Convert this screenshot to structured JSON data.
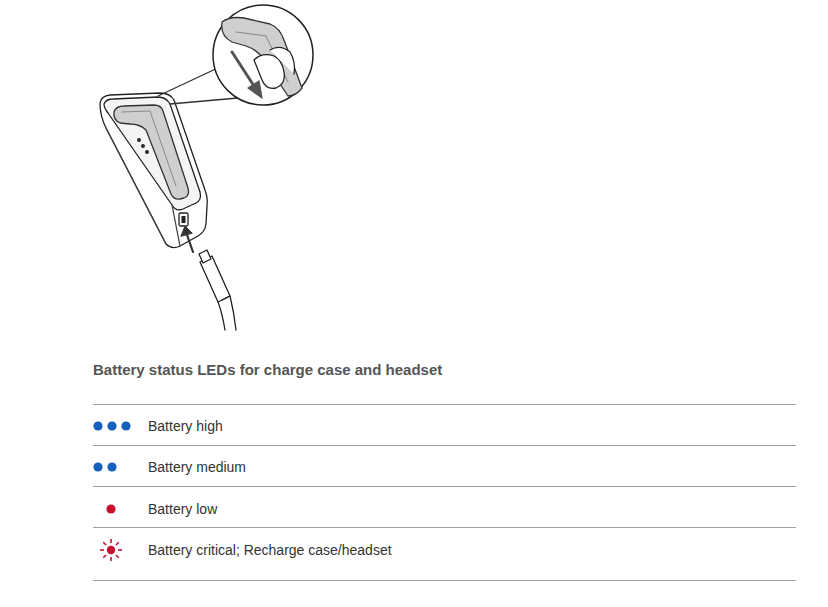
{
  "diagram": {
    "title": "Battery status LEDs for charge case and headset",
    "legend": [
      {
        "text": "Battery high",
        "color": "#1560bd"
      },
      {
        "text": "Battery medium",
        "color": "#1560bd"
      },
      {
        "text": "Battery low",
        "color": "#c8102e"
      },
      {
        "text": "Battery critical; Recharge case/headset",
        "color": "#c8102e"
      }
    ]
  }
}
